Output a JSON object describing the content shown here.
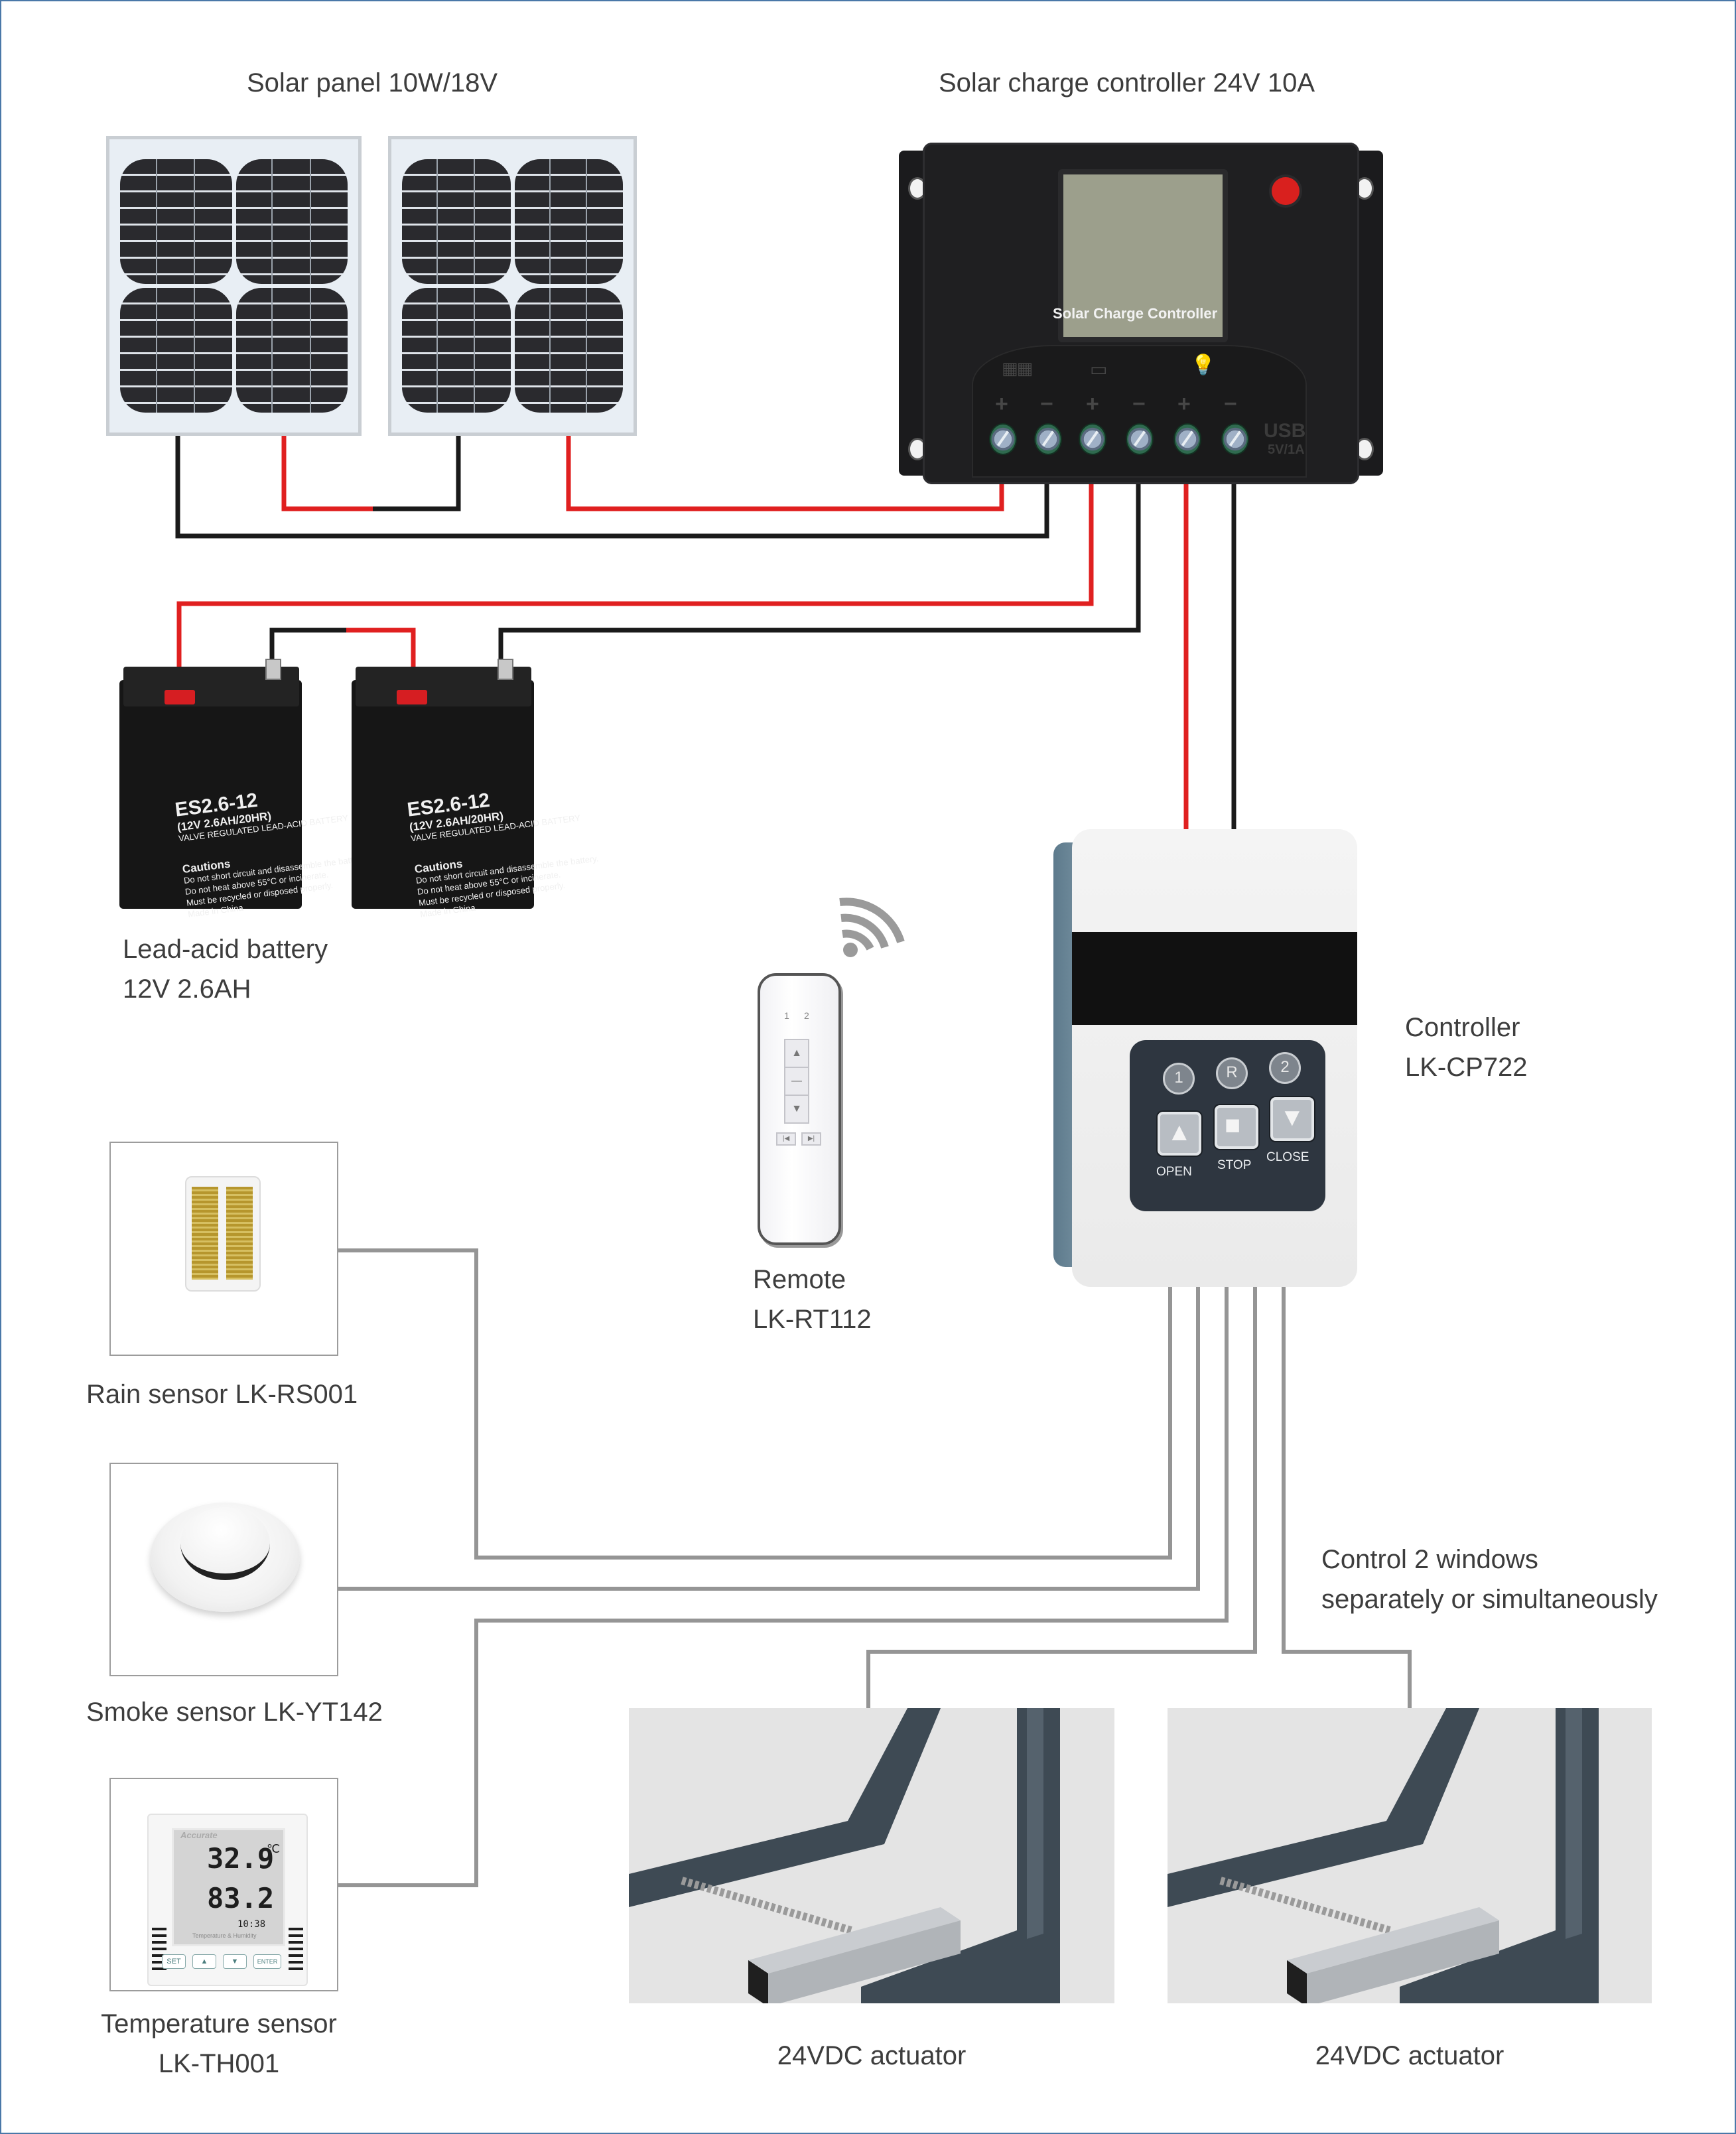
{
  "diagram": {
    "type": "wiring-diagram",
    "title": "Solar powered window actuator system"
  },
  "solar_panel": {
    "label": "Solar panel 10W/18V",
    "count": 2
  },
  "charge_controller": {
    "label": "Solar charge controller 24V 10A",
    "device_text": "Solar Charge Controller",
    "terminal_groups": [
      {
        "icon": "solar-panel-icon",
        "terminals": [
          "+",
          "−"
        ]
      },
      {
        "icon": "battery-icon",
        "terminals": [
          "+",
          "−"
        ]
      },
      {
        "icon": "bulb-icon",
        "terminals": [
          "+",
          "−"
        ]
      }
    ],
    "usb_text": "USB",
    "usb_sub": "5V/1A"
  },
  "battery": {
    "label_line1": "Lead-acid battery",
    "label_line2": "12V 2.6AH",
    "count": 2,
    "case_model": "ES2.6-12",
    "case_rating": "(12V 2.6AH/20HR)",
    "case_type": "VALVE REGULATED LEAD-ACID BATTERY",
    "case_cautions_title": "Cautions",
    "case_caution_lines": [
      "Do not short circuit and disassemble the battery.",
      "Do not heat above 55°C or incinerate.",
      "Must be recycled or disposed properly."
    ],
    "case_origin": "Made in China"
  },
  "remote": {
    "label_line1": "Remote",
    "label_line2": "LK-RT112",
    "channels": [
      "1",
      "2"
    ],
    "keys": [
      "▲",
      "—",
      "▼"
    ],
    "nav_keys": [
      "|◀",
      "▶|"
    ],
    "signal_icon": "wireless-signal-icon"
  },
  "controller": {
    "label_line1": "Controller",
    "label_line2": "LK-CP722",
    "indicators": [
      "1",
      "R",
      "2"
    ],
    "buttons": [
      {
        "label": "OPEN",
        "glyph": "▲"
      },
      {
        "label": "STOP",
        "glyph": "■"
      },
      {
        "label": "CLOSE",
        "glyph": "▼"
      }
    ]
  },
  "sensors": [
    {
      "id": "rain",
      "label": "Rain sensor LK-RS001"
    },
    {
      "id": "smoke",
      "label": "Smoke sensor LK-YT142"
    },
    {
      "id": "temperature",
      "label_line1": "Temperature sensor",
      "label_line2": "LK-TH001",
      "device": {
        "brand": "Accurate",
        "temperature": "32.9",
        "temp_unit": "℃",
        "humidity": "83.2",
        "time": "10:38",
        "caption": "Temperature & Humidity",
        "buttons": [
          "SET",
          "▲",
          "▼",
          "ENTER"
        ]
      }
    }
  ],
  "actuators": [
    {
      "label": "24VDC actuator"
    },
    {
      "label": "24VDC actuator"
    }
  ],
  "note": {
    "line1": "Control 2 windows",
    "line2": "separately or simultaneously"
  },
  "colors": {
    "positive_wire": "#e02020",
    "negative_wire": "#1a1a1a",
    "signal_wire": "#959595",
    "frame_border": "#4a78a8",
    "text": "#3d3d3d"
  }
}
